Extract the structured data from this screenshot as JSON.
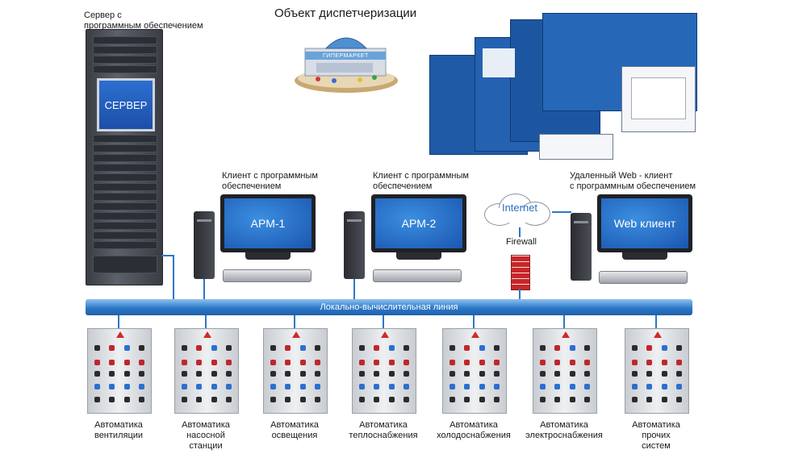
{
  "title": "Объект диспетчеризации",
  "server": {
    "caption": [
      "Сервер с",
      "программным обеспечением"
    ],
    "screen_label": "СЕРВЕР"
  },
  "building_sign": "ГИПЕРМАРКЕТ",
  "clients": [
    {
      "caption": [
        "Клиент с программным",
        "обеспечением"
      ],
      "screen_label": "АРМ-1"
    },
    {
      "caption": [
        "Клиент с программным",
        "обеспечением"
      ],
      "screen_label": "АРМ-2"
    },
    {
      "caption": [
        "Удаленный Web - клиент",
        "с программным обеспечением"
      ],
      "screen_label": "Web клиент"
    }
  ],
  "internet_label": "Internet",
  "firewall_label": "Firewall",
  "bus_label": "Локально-вычислительная линия",
  "cabinets": [
    {
      "label": [
        "Автоматика",
        "вентиляции"
      ]
    },
    {
      "label": [
        "Автоматика",
        "насосной",
        "станции"
      ]
    },
    {
      "label": [
        "Автоматика",
        "освещения"
      ]
    },
    {
      "label": [
        "Автоматика",
        "теплоснабжения"
      ]
    },
    {
      "label": [
        "Автоматика",
        "холодоснабжения"
      ]
    },
    {
      "label": [
        "Автоматика",
        "электроснабжения"
      ]
    },
    {
      "label": [
        "Автоматика",
        "прочих",
        "систем"
      ]
    }
  ],
  "colors": {
    "accent": "#2c78c8",
    "bus": "#2c78c8",
    "alarm": "#c0262b"
  }
}
